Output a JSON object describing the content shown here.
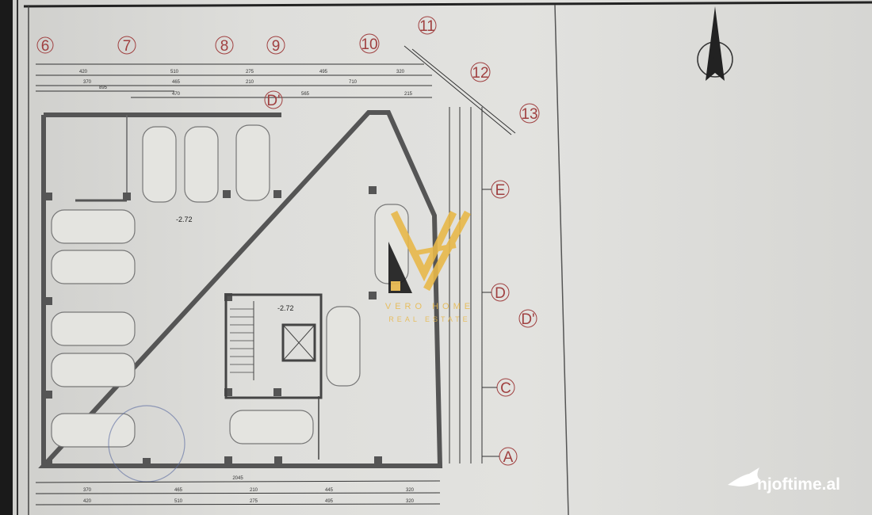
{
  "grid_labels": {
    "top": [
      "6",
      "7",
      "8",
      "9",
      "10",
      "11",
      "12",
      "13"
    ],
    "right": [
      "E",
      "D",
      "D'",
      "C",
      "A"
    ],
    "inner": "D'"
  },
  "dimensions": {
    "top_row1": [
      "420",
      "510",
      "275",
      "495",
      "320"
    ],
    "top_row2": [
      "370",
      "465",
      "210",
      "710"
    ],
    "top_row2b": "895",
    "top_row3": [
      "470",
      "565",
      "215"
    ],
    "bottom_total": "2045",
    "bottom_row2": [
      "370",
      "465",
      "210",
      "445",
      "320"
    ],
    "bottom_row3": [
      "420",
      "510",
      "275",
      "495",
      "320"
    ]
  },
  "elevations": [
    "-2.72",
    "-2.72"
  ],
  "north_label": "N",
  "watermark": {
    "brand": "VERO HOME",
    "sub": "REAL ESTATE",
    "accent": "#e8b84a"
  },
  "site_watermark": "njoftime.al"
}
